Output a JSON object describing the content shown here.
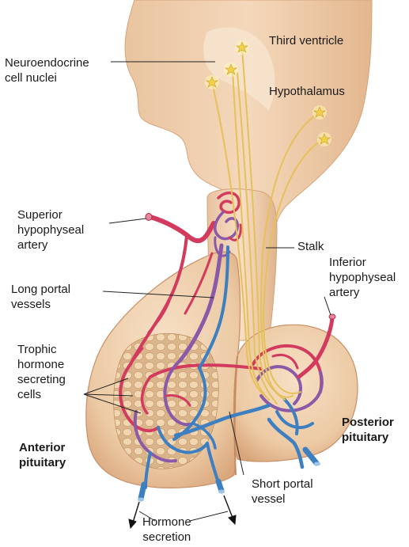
{
  "labels": {
    "third_ventricle": "Third ventricle",
    "neuroendocrine": "Neuroendocrine\ncell nuclei",
    "hypothalamus": "Hypothalamus",
    "superior_artery": "Superior\nhypophyseal\nartery",
    "stalk": "Stalk",
    "long_portal": "Long portal\nvessels",
    "inferior_artery": "Inferior\nhypophyseal\nartery",
    "trophic_cells": "Trophic\nhormone\nsecreting\ncells",
    "posterior_pituitary": "Posterior\npituitary",
    "anterior_pituitary": "Anterior\npituitary",
    "short_portal": "Short portal\nvessel",
    "hormone_secretion": "Hormone\nsecretion"
  },
  "colors": {
    "tissue_light": "#f6dcc0",
    "tissue_mid": "#e9bd92",
    "tissue_dark": "#cf9466",
    "artery": "#d23a5e",
    "vein": "#3d7fc0",
    "portal": "#8a5aa8",
    "nerve": "#e8c35a",
    "cell": "#f0d3a6",
    "leader": "#222222"
  }
}
